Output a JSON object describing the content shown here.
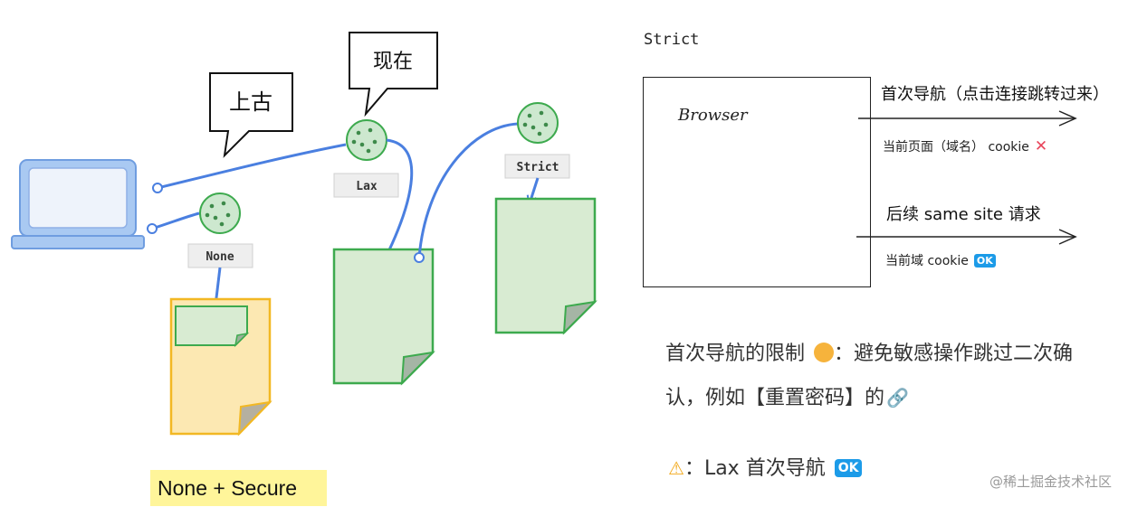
{
  "left": {
    "bubble_ancient": "上古",
    "bubble_now": "现在",
    "label_none": "None",
    "label_lax": "Lax",
    "label_strict": "Strict",
    "none_secure": "None + Secure"
  },
  "right": {
    "title": "Strict",
    "browser": "Browser",
    "first_nav": "首次导航（点击连接跳转过来）",
    "current_page": "当前页面（域名） cookie",
    "subsequent": "后续 same site 请求",
    "current_domain": "当前域 cookie",
    "ok": "OK"
  },
  "note": {
    "line1": "首次导航的限制",
    "line1_rest": "：避免敏感操作跳过二次确认，例如【重置密码】的",
    "warn_text": "：Lax 首次导航",
    "ok": "OK"
  },
  "watermark": "@稀土掘金技术社区",
  "colors": {
    "cookie_green": "#72c58a",
    "page_green": "#d8ebd2",
    "page_border": "#3daa4e",
    "yellow_page": "#fce8b2",
    "yellow_border": "#f2b823",
    "laptop_blue": "#8fb8ee",
    "arrow_blue": "#4a7fe0",
    "label_bg": "#eeeeee"
  }
}
